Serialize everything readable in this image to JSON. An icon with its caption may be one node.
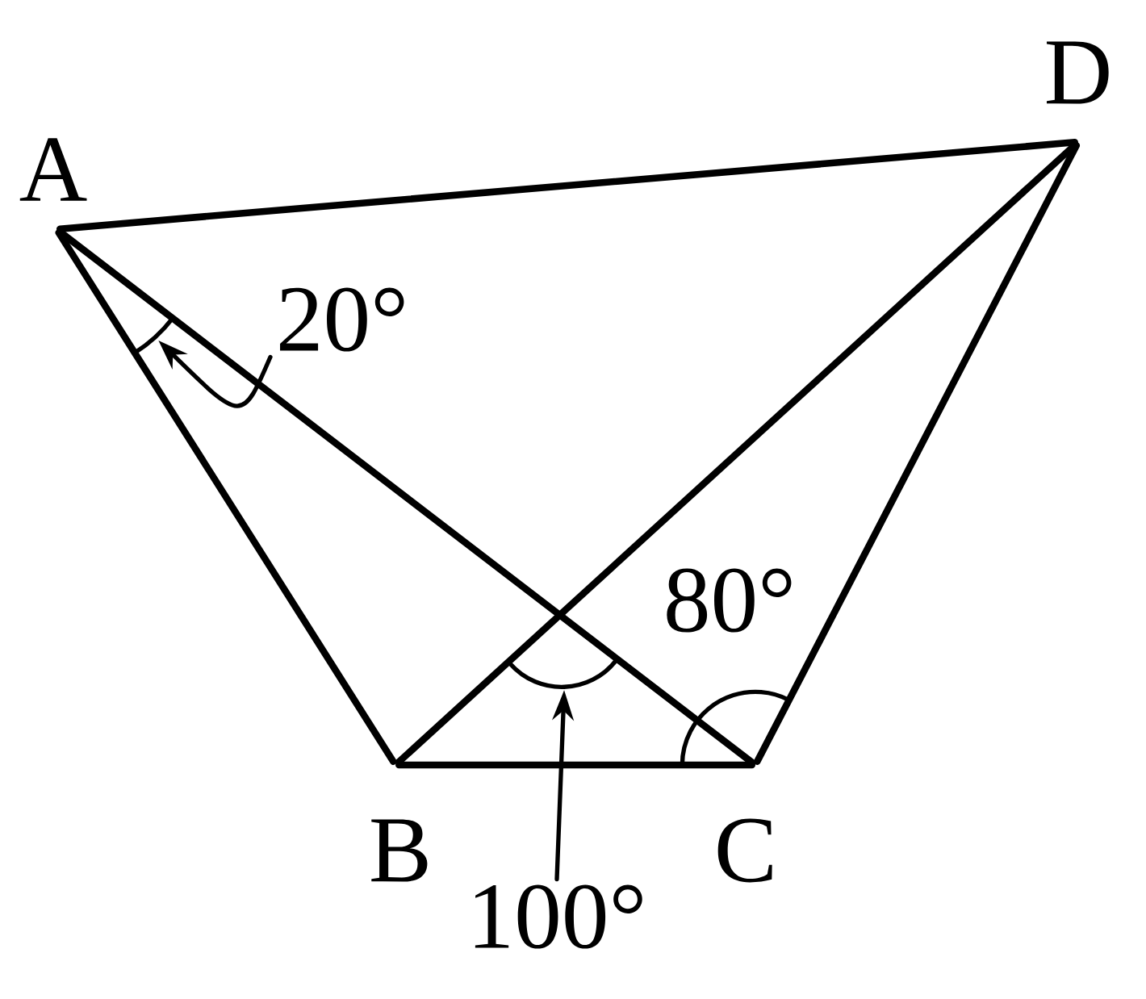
{
  "diagram": {
    "nodes": [
      {
        "text": [
          "A"
        ]
      },
      {
        "text": [
          "D"
        ]
      },
      {
        "text": [
          "B"
        ]
      },
      {
        "text": [
          "C"
        ]
      },
      {
        "text": [
          "20°"
        ]
      },
      {
        "text": [
          "100°"
        ]
      },
      {
        "text": [],
        "shape": "arc"
      },
      {
        "text": [],
        "shape": "arc"
      }
    ],
    "edges": [
      {
        "from": 0,
        "to": 1,
        "arrow": "none"
      },
      {
        "from": 0,
        "to": 2,
        "arrow": "none"
      },
      {
        "from": 0,
        "to": 3,
        "arrow": "none"
      },
      {
        "from": 2,
        "to": 3,
        "arrow": "none"
      },
      {
        "from": 2,
        "to": 1,
        "arrow": "none"
      },
      {
        "from": 3,
        "to": 1,
        "arrow": "none"
      },
      {
        "from": 4,
        "to": 6,
        "arrow": "to"
      },
      {
        "from": 5,
        "to": 7,
        "arrow": "to"
      }
    ],
    "labels": [
      "80°"
    ]
  }
}
